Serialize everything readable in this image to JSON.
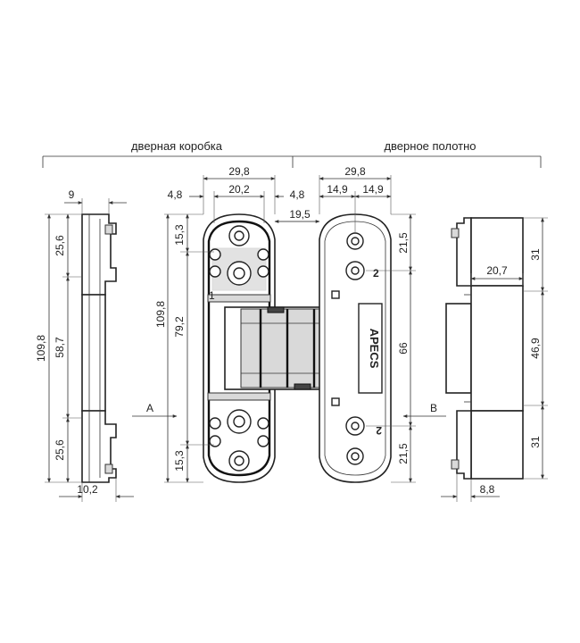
{
  "labels": {
    "frame": "дверная коробка",
    "leaf": "дверное полотно",
    "brand": "APECS",
    "view_a": "A",
    "view_b": "B",
    "mark_1": "1",
    "mark_2_top": "2",
    "mark_2_bottom": "2"
  },
  "dims": {
    "left_top_width": "9",
    "left_height": "109,8",
    "left_top_seg": "25,6",
    "left_mid_seg": "58,7",
    "left_bot_seg": "25,6",
    "left_bottom_width": "10,2",
    "frame_total_width": "29,8",
    "frame_inner_width": "20,2",
    "frame_offset_left": "4,8",
    "frame_offset_right": "4,8",
    "gap": "19,5",
    "frame_height": "109,8",
    "frame_inner_height": "79,2",
    "frame_top_edge": "15,3",
    "frame_bottom_edge": "15,3",
    "leaf_total_width": "29,8",
    "leaf_half_left": "14,9",
    "leaf_half_right": "14,9",
    "leaf_top_edge": "21,5",
    "leaf_hole_spacing": "66",
    "leaf_bottom_edge": "21,5",
    "right_top_seg": "31",
    "right_mid_seg": "46,9",
    "right_bot_seg": "31",
    "right_depth": "20,7",
    "right_bottom_width": "8,8"
  }
}
